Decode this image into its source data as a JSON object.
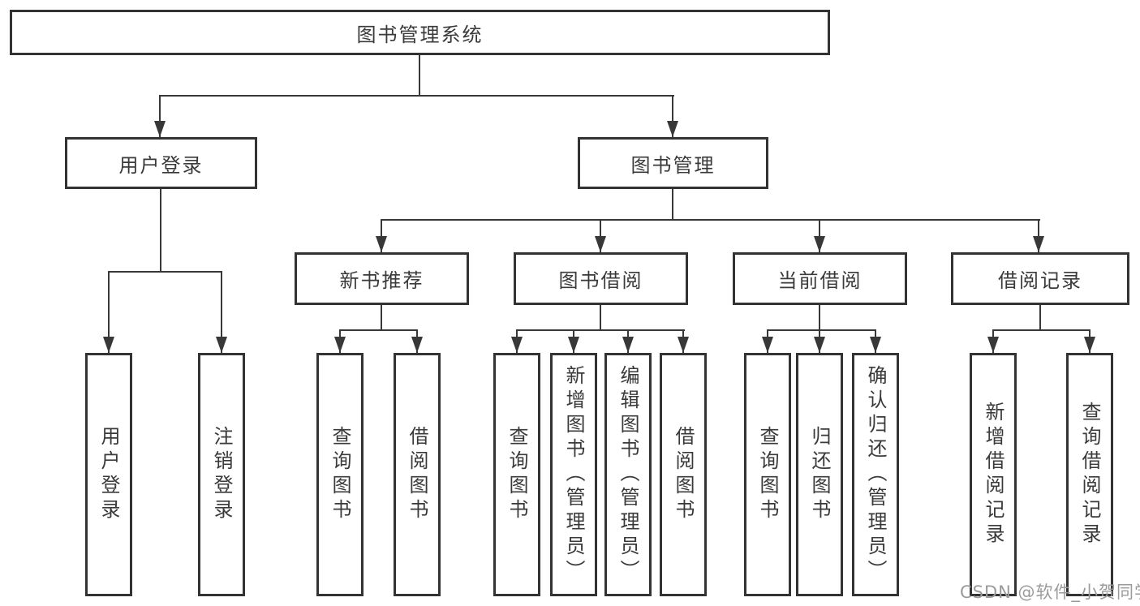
{
  "title": "图书管理系统",
  "level2": [
    "用户登录",
    "图书管理"
  ],
  "level3": [
    "新书推荐",
    "图书借阅",
    "当前借阅",
    "借阅记录"
  ],
  "leaf_groups": [
    {
      "parent": "用户登录",
      "items": [
        "用户登录",
        "注销登录"
      ]
    },
    {
      "parent": "新书推荐",
      "items": [
        "查询图书",
        "借阅图书"
      ]
    },
    {
      "parent": "图书借阅",
      "items": [
        "查询图书",
        "新增图书（管理员）",
        "编辑图书（管理员）",
        "借阅图书"
      ]
    },
    {
      "parent": "当前借阅",
      "items": [
        "查询图书",
        "归还图书",
        "确认归还（管理员）"
      ]
    },
    {
      "parent": "借阅记录",
      "items": [
        "新增借阅记录",
        "查询借阅记录"
      ]
    }
  ],
  "watermark": "CSDN @软件_小贺同学",
  "colors": {
    "line": "#383838",
    "border": "#333333",
    "text": "#3a3a3a",
    "background": "#ffffff",
    "watermark": "#9b9b9b"
  }
}
